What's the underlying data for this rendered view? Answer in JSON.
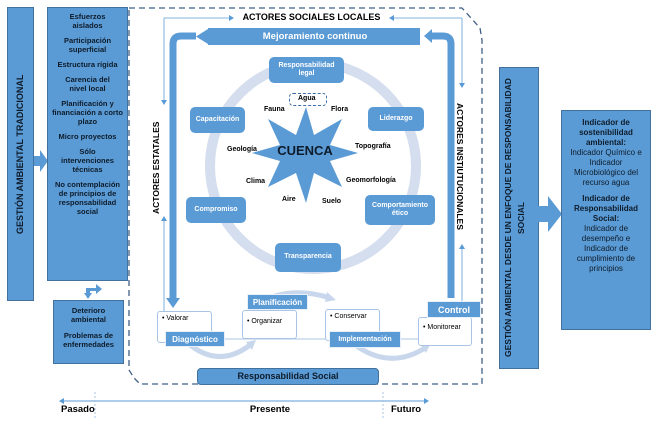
{
  "left_panel": {
    "title": "GESTIÓN AMBIENTAL TRADICIONAL",
    "characteristics": [
      "Esfuerzos aislados",
      "Participación superficial",
      "Estructura rígida",
      "Carencia del nivel local",
      "Planificación y financiación a corto plazo",
      "Micro proyectos",
      "Sólo intervenciones técnicas",
      "No contemplación de principios de responsabilidad social"
    ],
    "consequences": [
      "Deterioro ambiental",
      "Problemas de enfermedades"
    ]
  },
  "center": {
    "top_actor": "ACTORES SOCIALES LOCALES",
    "left_actor": "ACTORES ESTATALES",
    "right_actor": "ACTORES INSTIUTUCIONALES",
    "continuous_improvement": "Mejoramiento continuo",
    "cycle_values": [
      "Responsabilidad legal",
      "Liderazgo",
      "Comportamiento ético",
      "Transparencia",
      "Compromiso",
      "Capacitación"
    ],
    "core": {
      "label": "CUENCA",
      "elements": {
        "agua": "Agua",
        "flora": "Flora",
        "topografia": "Topografía",
        "geomorfologia": "Geomorfología",
        "suelo": "Suelo",
        "aire": "Aire",
        "clima": "Clima",
        "geologia": "Geología",
        "fauna": "Fauna"
      }
    },
    "process_steps": [
      {
        "label": "Diagnóstico",
        "action": "Valorar"
      },
      {
        "label": "Planificación",
        "action": "Organizar"
      },
      {
        "label": "Implementación",
        "action": "Conservar"
      },
      {
        "label": "Control",
        "action": "Monitorear"
      }
    ],
    "base": "Responsabilidad Social"
  },
  "right_panel": {
    "title": "GESTIÓN AMBIENTAL DESDE UN ENFOQUE DE RESPONSABILIDAD SOCIAL",
    "indicators": [
      {
        "heading": "Indicador de sostenibilidad ambiental:",
        "body": "Indicador Químico e Indicador Microbiológico del recurso agua"
      },
      {
        "heading": "Indicador de Responsabilidad Social:",
        "body": "Indicador de desempeño e Indicador de cumplimiento de principios"
      }
    ]
  },
  "timeline": {
    "past": "Pasado",
    "present": "Presente",
    "future": "Futuro"
  },
  "colors": {
    "primary_blue": "#5b9bd5",
    "border_blue": "#41719c",
    "light_ring": "#d5deee",
    "dark_text": "#0d1b2a"
  }
}
